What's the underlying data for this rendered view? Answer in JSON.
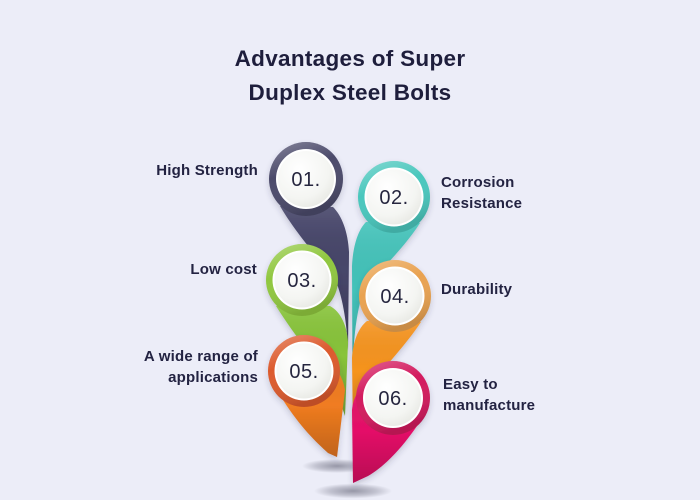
{
  "title": {
    "line1": "Advantages of Super",
    "line2": "Duplex Steel Bolts"
  },
  "items": [
    {
      "number": "01.",
      "label": "High Strength",
      "side": "left",
      "ring_color": "#4c4b6b",
      "tail_color": "#47466a"
    },
    {
      "number": "02.",
      "label": "Corrosion Resistance",
      "side": "right",
      "ring_color": "#4ac7bd",
      "tail_color": "#43c3ba"
    },
    {
      "number": "03.",
      "label": "Low cost",
      "side": "left",
      "ring_color": "#90c73f",
      "tail_color": "#88c43a"
    },
    {
      "number": "04.",
      "label": "Durability",
      "side": "right",
      "ring_color": "#e9a250",
      "tail_color": "#f6941f"
    },
    {
      "number": "05.",
      "label": "A wide range of applications",
      "side": "left",
      "ring_color": "#dc5a2d",
      "tail_color": "#f07c20"
    },
    {
      "number": "06.",
      "label": "Easy to manufacture",
      "side": "right",
      "ring_color": "#d31a5e",
      "tail_color": "#e51168"
    }
  ],
  "colors": {
    "background": "#ecedf8",
    "title_text": "#1e1e3c",
    "label_text": "#232342",
    "number_text": "#26263f",
    "inner_circle": "#ffffff"
  }
}
